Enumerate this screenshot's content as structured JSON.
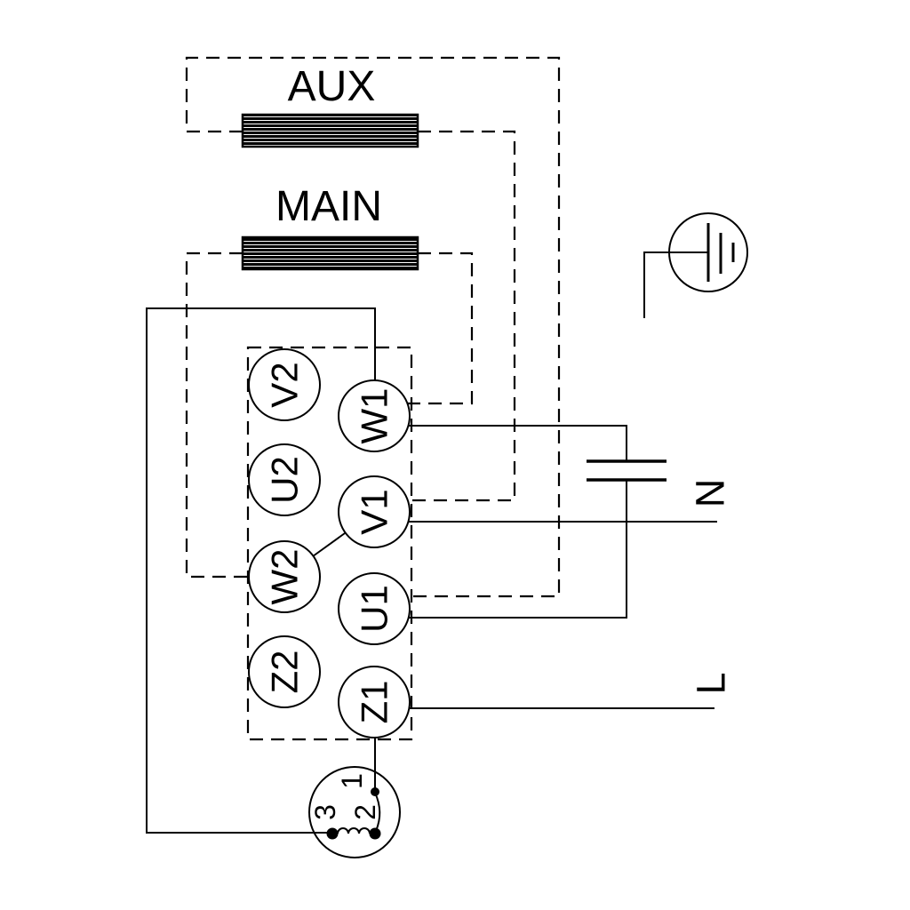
{
  "diagram": {
    "type": "single-phase-motor-wiring-diagram",
    "windings": {
      "aux_label": "AUX",
      "main_label": "MAIN"
    },
    "terminal_block": {
      "terminals": [
        {
          "id": "V2",
          "label": "V2"
        },
        {
          "id": "W1",
          "label": "W1"
        },
        {
          "id": "U2",
          "label": "U2"
        },
        {
          "id": "V1",
          "label": "V1"
        },
        {
          "id": "W2",
          "label": "W2"
        },
        {
          "id": "U1",
          "label": "U1"
        },
        {
          "id": "Z2",
          "label": "Z2"
        },
        {
          "id": "Z1",
          "label": "Z1"
        }
      ]
    },
    "power": {
      "neutral_label": "N",
      "line_label": "L"
    },
    "thermal_protector": {
      "contact_labels": [
        "1",
        "2",
        "3"
      ]
    },
    "symbols": [
      {
        "name": "earth-ground-icon",
        "meaning": "protective earth"
      },
      {
        "name": "capacitor-icon",
        "meaning": "run capacitor"
      },
      {
        "name": "winding-coil-icon",
        "meaning": "motor winding"
      }
    ],
    "colors": {
      "line": "#000000",
      "background": "#ffffff"
    }
  }
}
